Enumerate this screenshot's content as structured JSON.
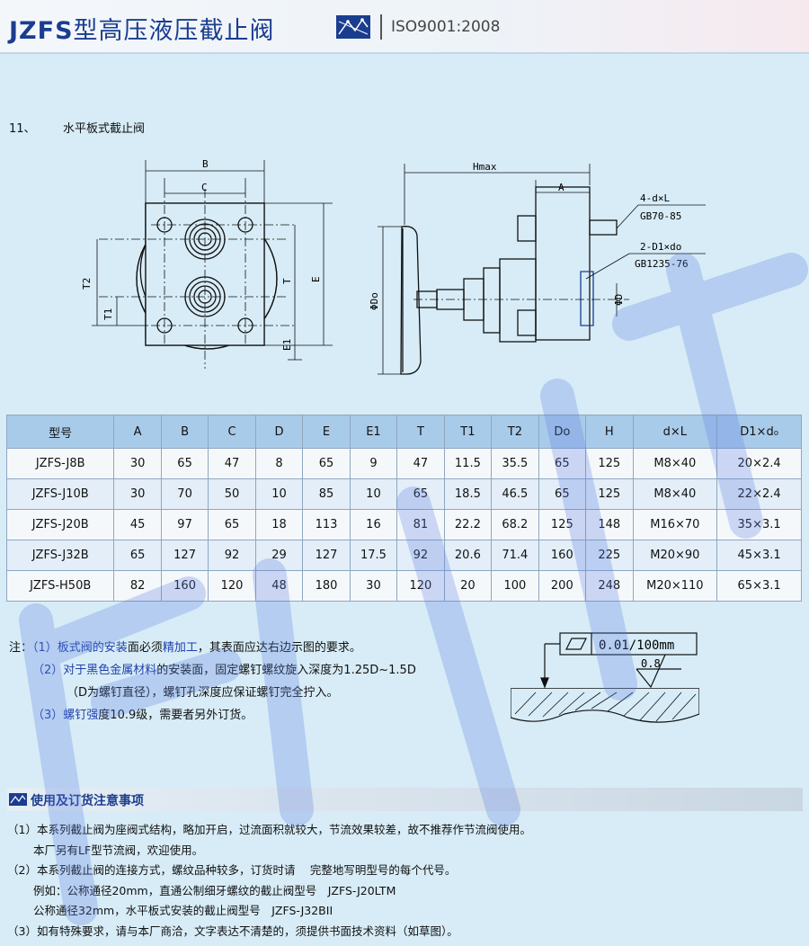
{
  "header": {
    "title_latin": "JZFS",
    "title_cn": "型高压液压截止阀",
    "iso": "ISO9001:2008"
  },
  "section": {
    "number": "11、",
    "title": "水平板式截止阀"
  },
  "drawing_labels": {
    "B": "B",
    "C": "C",
    "T2": "T2",
    "T1": "T1",
    "T": "T",
    "E": "E",
    "E1": "E1",
    "Hmax": "Hmax",
    "A": "A",
    "Do": "ΦDo",
    "D": "ΦD",
    "screw1": "4-d×L",
    "std1": "GB70-85",
    "screw2": "2-D1×do",
    "std2": "GB1235-76"
  },
  "table": {
    "headers": [
      "型号",
      "A",
      "B",
      "C",
      "D",
      "E",
      "E1",
      "T",
      "T1",
      "T2",
      "Do",
      "H",
      "d×L",
      "D1×d₀"
    ],
    "rows": [
      [
        "JZFS-J8B",
        "30",
        "65",
        "47",
        "8",
        "65",
        "9",
        "47",
        "11.5",
        "35.5",
        "65",
        "125",
        "M8×40",
        "20×2.4"
      ],
      [
        "JZFS-J10B",
        "30",
        "70",
        "50",
        "10",
        "85",
        "10",
        "65",
        "18.5",
        "46.5",
        "65",
        "125",
        "M8×40",
        "22×2.4"
      ],
      [
        "JZFS-J20B",
        "45",
        "97",
        "65",
        "18",
        "113",
        "16",
        "81",
        "22.2",
        "68.2",
        "125",
        "148",
        "M16×70",
        "35×3.1"
      ],
      [
        "JZFS-J32B",
        "65",
        "127",
        "92",
        "29",
        "127",
        "17.5",
        "92",
        "20.6",
        "71.4",
        "160",
        "225",
        "M20×90",
        "45×3.1"
      ],
      [
        "JZFS-H50B",
        "82",
        "160",
        "120",
        "48",
        "180",
        "30",
        "120",
        "20",
        "100",
        "200",
        "248",
        "M20×110",
        "65×3.1"
      ]
    ]
  },
  "notes": {
    "label": "注：",
    "n1_idx": "（1）",
    "n1a": "板式阀的安装",
    "n1b": "面必须",
    "n1c": "精加工",
    "n1d": "，其表面应达右边示图的要求。",
    "n2_idx": "（2）",
    "n2a": "对于黑色金属材料",
    "n2b": "的安装面，固定螺钉螺纹旋入深度为1.25D~1.5D",
    "n2c": "（D为螺钉直径），螺钉孔深度应保证螺钉完全拧入。",
    "n3_idx": "（3）",
    "n3a": "螺钉强",
    "n3b": "度10.9级，需要者另外订货。"
  },
  "surface_spec": {
    "tolerance": "0.01/100mm",
    "roughness": "0.8"
  },
  "usage": {
    "heading": "使用及订货注意事项",
    "lines": [
      "（1）本系列截止阀为座阀式结构，略加开启，过流面积就较大，节流效果较差，故不推荐作节流阀使用。",
      "　　 本厂另有LF型节流阀，欢迎使用。",
      "（2）本系列截止阀的连接方式，螺纹品种较多，订货时请　 完整地写明型号的每个代号。",
      "　　 例如：公称通径20mm，直通公制细牙螺纹的截止阀型号　JZFS-J20LTM",
      "　　 公称通径32mm，水平板式安装的截止阀型号　JZFS-J32BII",
      "（3）如有特殊要求，请与本厂商洽，文字表达不清楚的，须提供书面技术资料（如草图）。"
    ]
  },
  "colors": {
    "brand_blue": "#1a3d8f",
    "highlight": "#1f3fae",
    "table_header": "#a9cbea",
    "background": "#d7ecf7"
  }
}
